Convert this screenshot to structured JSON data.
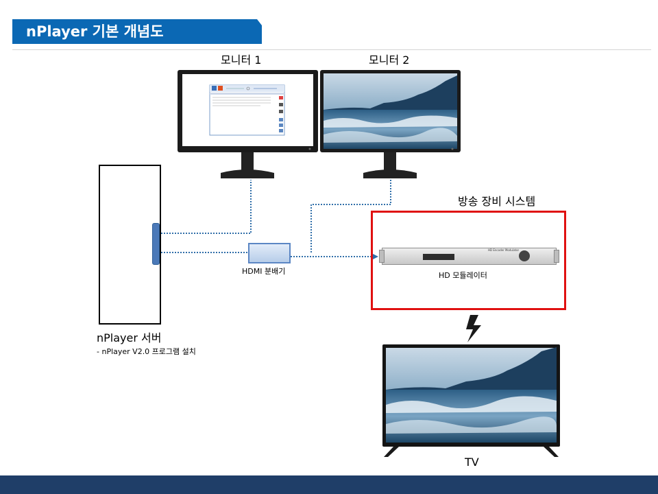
{
  "header": {
    "title": "nPlayer 기본 개념도"
  },
  "monitors": [
    {
      "label": "모니터 1"
    },
    {
      "label": "모니터 2"
    }
  ],
  "server": {
    "label": "nPlayer 서버",
    "note": "- nPlayer V2.0 프로그램 설치"
  },
  "splitter": {
    "label": "HDMI 분배기"
  },
  "broadcast": {
    "label": "방송 장비 시스템"
  },
  "modulator": {
    "label": "HD 모듈레이터",
    "model_text": "HD Encoder Modulator"
  },
  "tv": {
    "label": "TV"
  },
  "colors": {
    "header_bg": "#0b68b4",
    "footer_bg": "#1f3e68",
    "connection": "#2e6da8",
    "broadcast_border": "#e01010"
  }
}
